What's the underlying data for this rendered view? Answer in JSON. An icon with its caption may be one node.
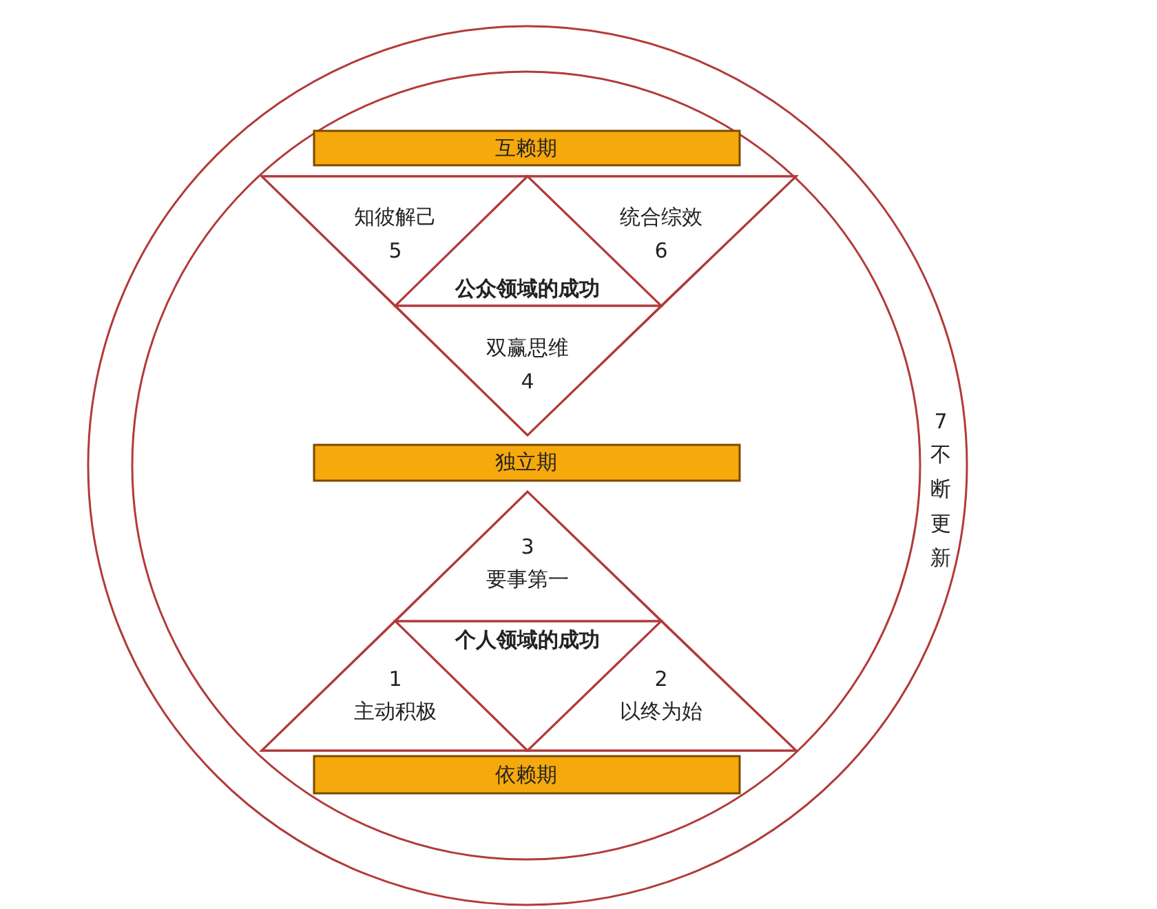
{
  "diagram": {
    "nodes": [
      {
        "text": [
          "7",
          "不断更新"
        ]
      },
      {
        "text": [],
        "shape": "circle",
        "in": 0
      },
      {
        "text": [
          "互赖期"
        ],
        "in": 1
      },
      {
        "text": [],
        "shape": "triangle",
        "in": 1
      },
      {
        "text": [
          "知彼解己",
          "5"
        ],
        "in": 3
      },
      {
        "text": [
          "统合综效",
          "6"
        ],
        "in": 3
      },
      {
        "text": [
          "公众领域的成功"
        ],
        "in": 3
      },
      {
        "text": [
          "双赢思维",
          "4"
        ],
        "in": 3
      },
      {
        "text": [
          "独立期"
        ],
        "in": 1
      },
      {
        "text": [],
        "shape": "triangle",
        "in": 1
      },
      {
        "text": [
          "3",
          "要事第一"
        ],
        "in": 9
      },
      {
        "text": [
          "个人领域的成功"
        ],
        "in": 9
      },
      {
        "text": [
          "1",
          "主动积极"
        ],
        "in": 9
      },
      {
        "text": [
          "2",
          "以终为始"
        ],
        "in": 9
      },
      {
        "text": [
          "依赖期"
        ],
        "in": 1
      }
    ]
  }
}
